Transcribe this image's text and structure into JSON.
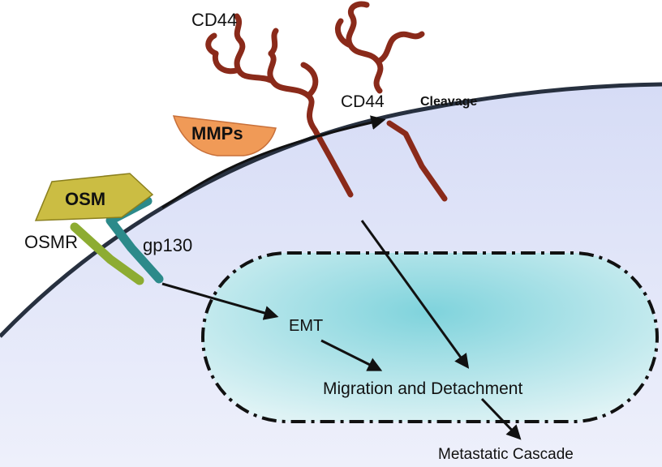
{
  "labels": {
    "cd44_top": "CD44",
    "cd44_cleaved": "CD44",
    "cleavage": "Cleavage",
    "mmps": "MMPs",
    "osm": "OSM",
    "osmr": "OSMR",
    "gp130": "gp130",
    "emt": "EMT",
    "migration": "Migration and Detachment",
    "metastatic": "Metastatic Cascade"
  },
  "colors": {
    "cell_fill": "#e6ebfa",
    "membrane": "#27303f",
    "nucleus_fill": "#a8e2e8",
    "cd44": "#8a2a1a",
    "mmps": "#f09a57",
    "osm": "#cbbd43",
    "osmr": "#8dac32",
    "gp130": "#2c8a8a",
    "arrow": "#111111"
  }
}
